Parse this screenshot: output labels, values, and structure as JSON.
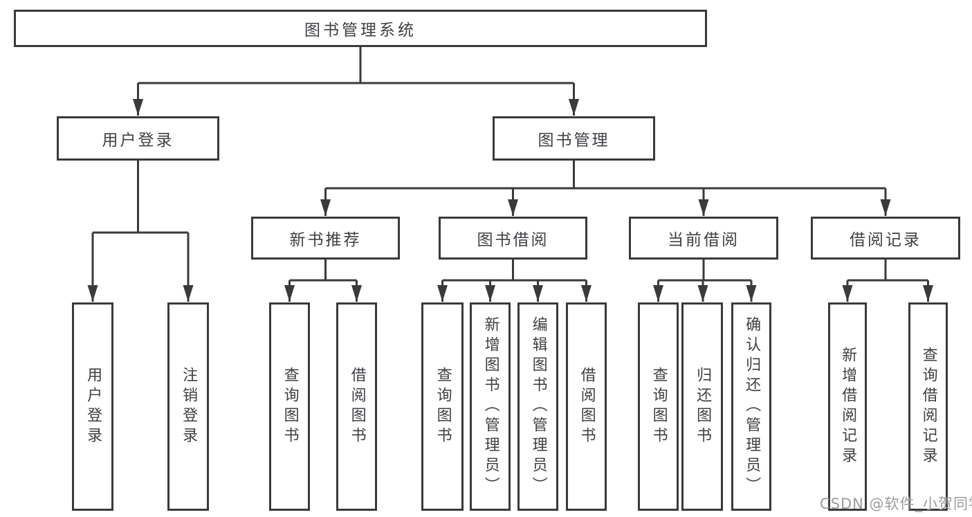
{
  "colors": {
    "line": "#3a3a3c",
    "text": "#3f3f44",
    "box-fill": "#ffffff",
    "bg": "#ffffff",
    "watermark": "#9b9b9b"
  },
  "tree": {
    "root": "图书管理系统",
    "branches": [
      {
        "label": "用户登录",
        "children": [
          {
            "label": "用户登录"
          },
          {
            "label": "注销登录"
          }
        ]
      },
      {
        "label": "图书管理",
        "children": [
          {
            "label": "新书推荐",
            "children": [
              {
                "label": "查询图书"
              },
              {
                "label": "借阅图书"
              }
            ]
          },
          {
            "label": "图书借阅",
            "children": [
              {
                "label": "查询图书"
              },
              {
                "label": "新增图书（管理员）"
              },
              {
                "label": "编辑图书（管理员）"
              },
              {
                "label": "借阅图书"
              }
            ]
          },
          {
            "label": "当前借阅",
            "children": [
              {
                "label": "查询图书"
              },
              {
                "label": "归还图书"
              },
              {
                "label": "确认归还（管理员）"
              }
            ]
          },
          {
            "label": "借阅记录",
            "children": [
              {
                "label": "新增借阅记录"
              },
              {
                "label": "查询借阅记录"
              }
            ]
          }
        ]
      }
    ]
  },
  "watermark": "CSDN @软件_小贺同学"
}
